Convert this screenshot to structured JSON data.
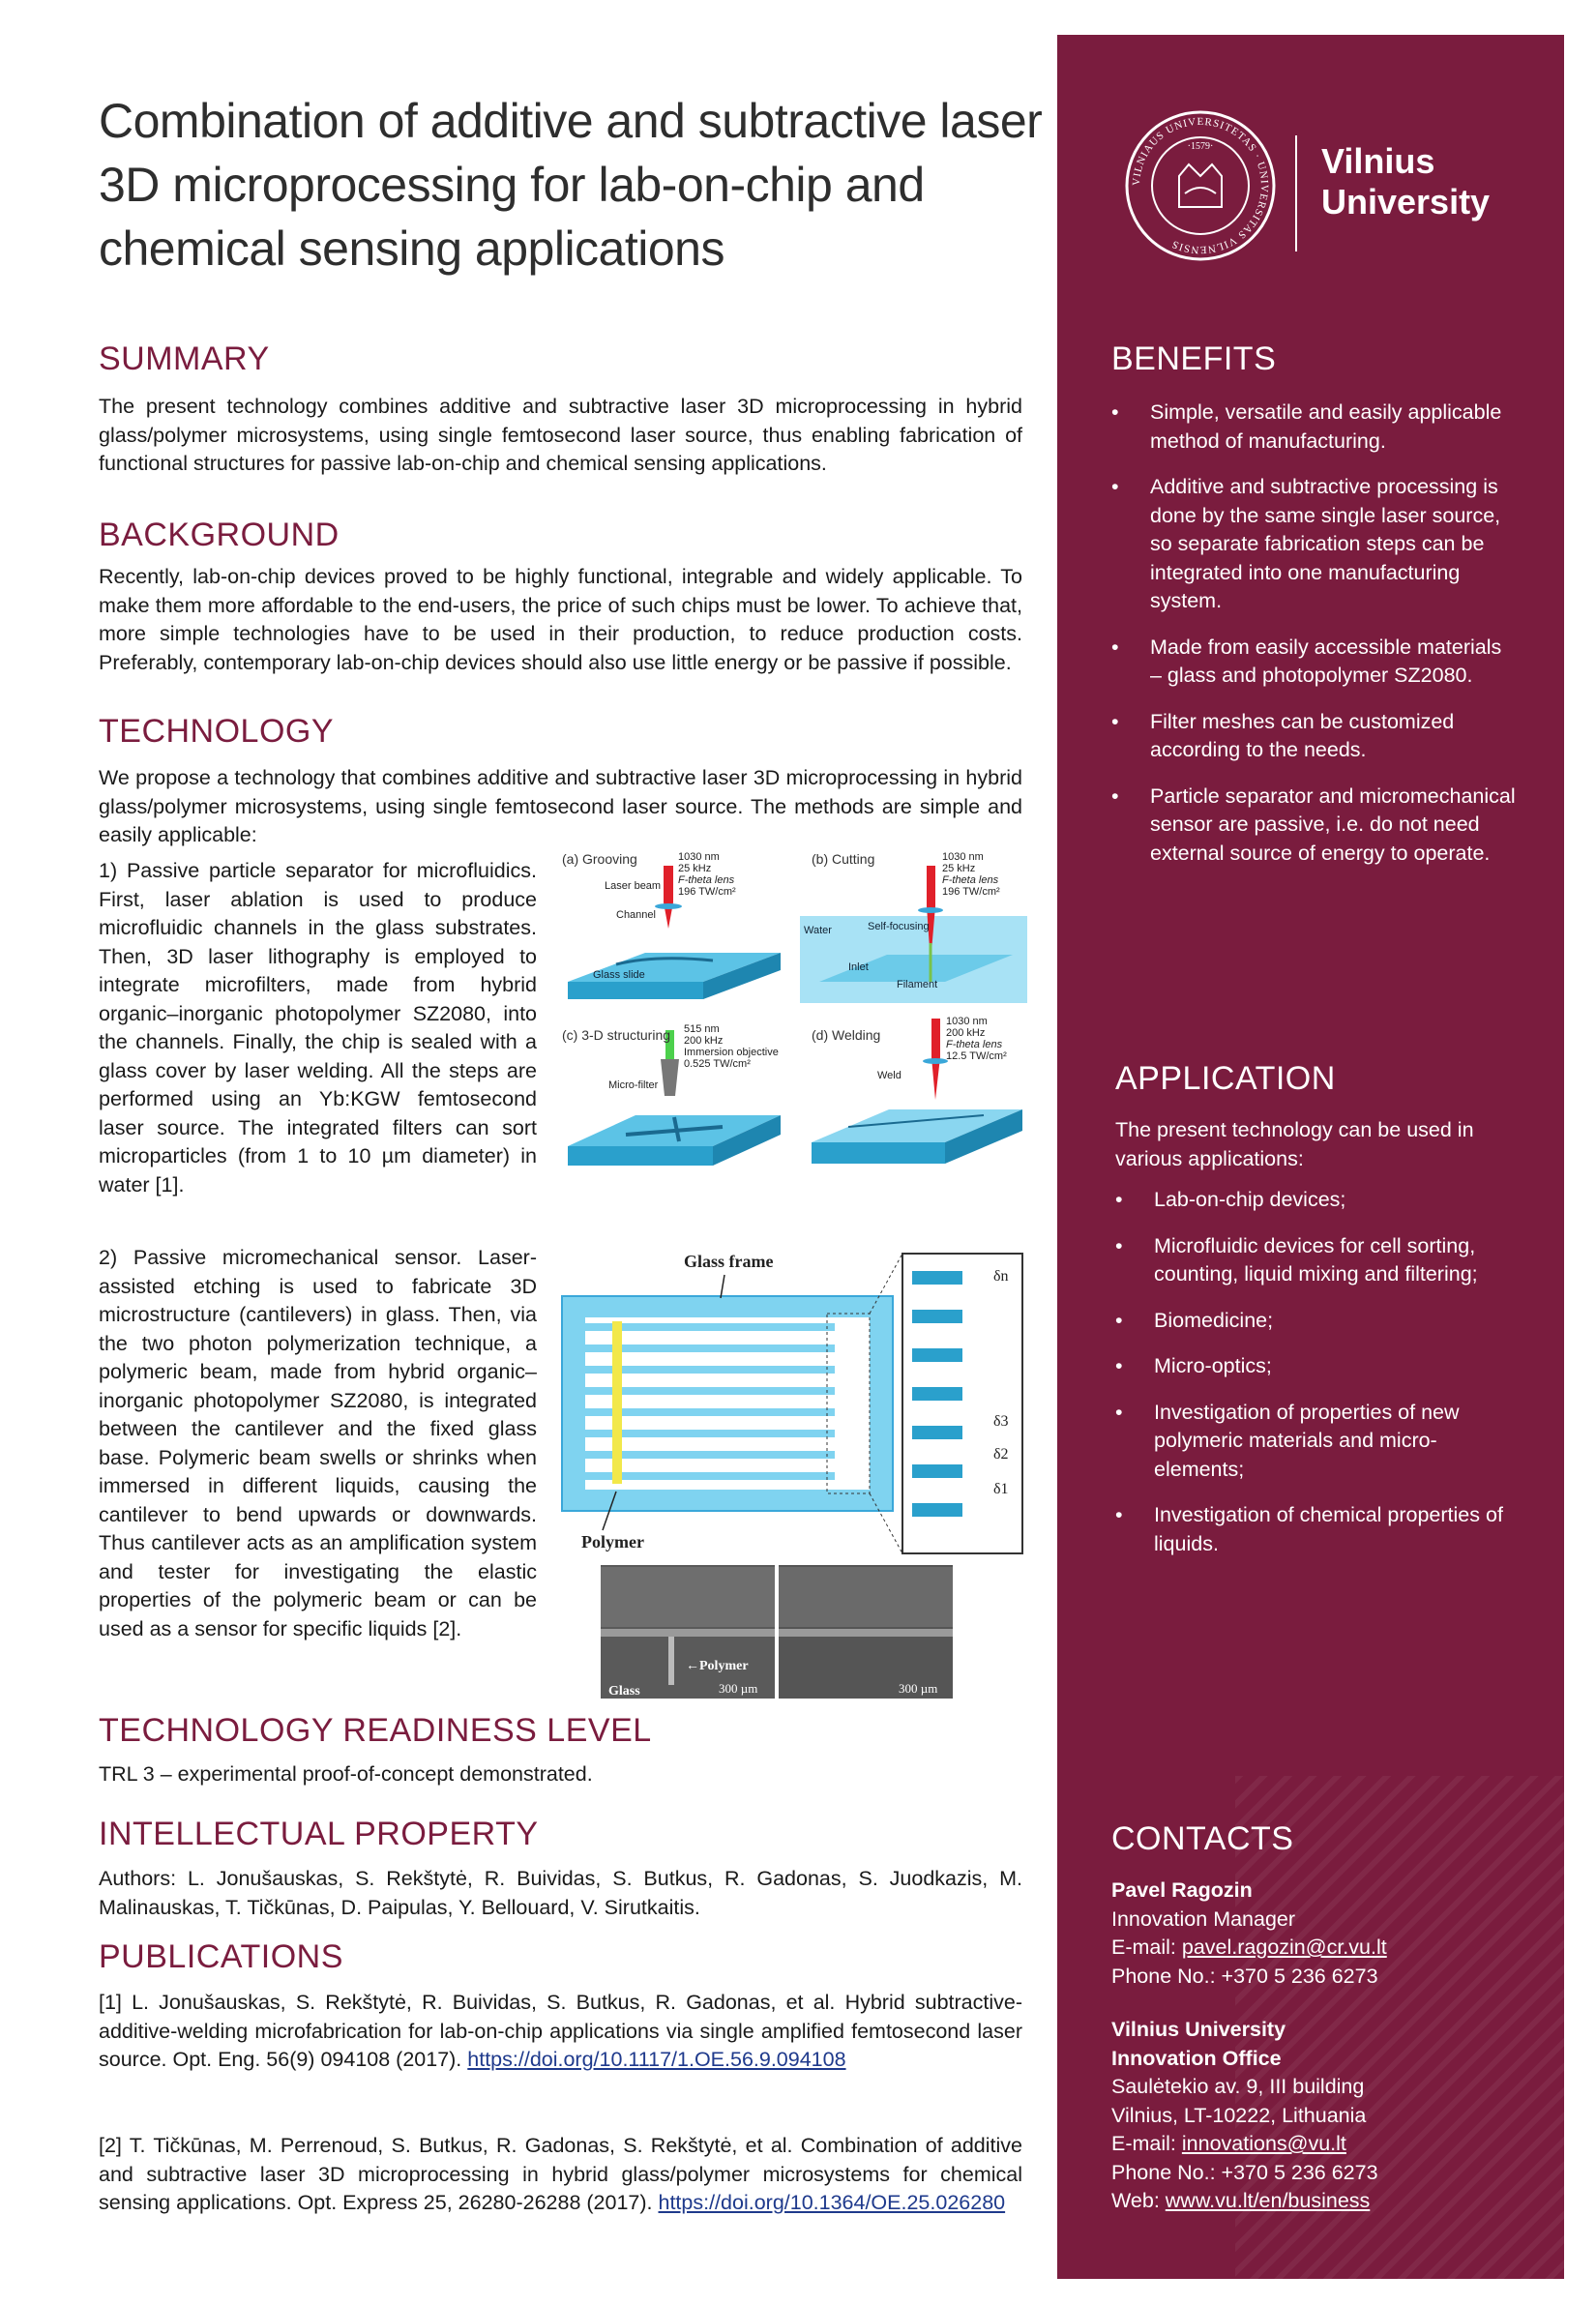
{
  "title": "Combination of additive and subtractive laser 3D microprocessing for lab-on-chip and chemical sensing applications",
  "summary": {
    "heading": "SUMMARY",
    "text": "The present technology combines additive and subtractive laser 3D microprocessing in hybrid glass/polymer microsystems, using single femtosecond laser source, thus enabling fabrication of functional structures for passive lab-on-chip and chemical sensing applications."
  },
  "background": {
    "heading": "BACKGROUND",
    "text": "Recently, lab-on-chip devices proved to be highly functional, integrable and widely applicable. To make them more affordable to the end-users, the price of such chips must be lower. To achieve that, more simple technologies have to be used in their production, to reduce production costs. Preferably, contemporary lab-on-chip devices should also use little energy or be passive if possible."
  },
  "technology": {
    "heading": "TECHNOLOGY",
    "intro": "We propose a technology that combines additive and subtractive laser 3D microprocessing in hybrid glass/polymer microsystems, using single femtosecond laser source. The methods are simple and easily applicable:",
    "item1": "1) Passive particle separator for microfluidics. First, laser ablation is used to produce microfluidic channels in the glass substrates. Then, 3D laser lithography is employed to integrate microfilters, made from hybrid organic–inorganic photopolymer SZ2080, into the channels. Finally, the chip is sealed with a glass cover by laser welding. All the steps are performed using an Yb:KGW femtosecond laser source. The integrated filters can sort microparticles (from 1 to 10 µm diameter) in water [1].",
    "item2": "2) Passive micromechanical sensor. Laser-assisted etching is used to fabricate 3D microstructure (cantilevers) in glass. Then, via the two photon polymerization technique, a polymeric beam, made from hybrid organic–inorganic photopolymer SZ2080, is integrated between the cantilever and the fixed glass base. Polymeric beam swells or shrinks when immersed in different liquids, causing the cantilever to bend upwards or downwards. Thus cantilever acts as an amplification system and tester for investigating the elastic properties of the polymeric beam or can be used as a sensor for specific liquids [2]."
  },
  "figure1": {
    "a_label": "(a) Grooving",
    "a_params": [
      "1030 nm",
      "25 kHz",
      "F-theta lens",
      "196 TW/cm²"
    ],
    "a_beam": "Laser beam",
    "a_channel": "Channel",
    "a_slide": "Glass slide",
    "b_label": "(b) Cutting",
    "b_params": [
      "1030 nm",
      "25 kHz",
      "F-theta lens",
      "196 TW/cm²"
    ],
    "b_water": "Water",
    "b_focus": "Self-focusing",
    "b_inlet": "Inlet",
    "b_filament": "Filament",
    "c_label": "(c) 3-D structuring",
    "c_params": [
      "515 nm",
      "200 kHz",
      "Immersion objective",
      "0.525 TW/cm²"
    ],
    "c_filter": "Micro-filter",
    "d_label": "(d) Welding",
    "d_params": [
      "1030 nm",
      "200 kHz",
      "F-theta lens",
      "12.5 TW/cm²"
    ],
    "d_weld": "Weld"
  },
  "figure2": {
    "glass_frame": "Glass frame",
    "polymer": "Polymer",
    "delta_n": "δn",
    "delta_3": "δ3",
    "delta_2": "δ2",
    "delta_1": "δ1",
    "sem_polymer": "←Polymer",
    "sem_glass": "Glass",
    "scale1": "300 µm",
    "scale2": "300 µm"
  },
  "trl": {
    "heading": "TECHNOLOGY READINESS LEVEL",
    "text": "TRL 3 – experimental proof-of-concept demonstrated."
  },
  "ip": {
    "heading": "INTELLECTUAL PROPERTY",
    "text": "Authors: L. Jonušauskas, S. Rekštytė, R. Buividas, S. Butkus, R. Gadonas, S. Juodkazis, M. Malinauskas, T. Tičkūnas, D. Paipulas, Y. Bellouard, V. Sirutkaitis."
  },
  "publications": {
    "heading": "PUBLICATIONS",
    "pub1": "[1] L. Jonušauskas, S. Rekštytė, R. Buividas, S. Butkus, R. Gadonas, et al. Hybrid subtractive-additive-welding microfabrication for lab-on-chip applications via single amplified femtosecond laser source. Opt. Eng. 56(9) 094108 (2017).",
    "pub1_link": "https://doi.org/10.1117/1.OE.56.9.094108",
    "pub2": "[2] T. Tičkūnas, M. Perrenoud, S. Butkus, R. Gadonas, S. Rekštytė, et al. Combination of additive and subtractive laser 3D microprocessing in hybrid glass/polymer microsystems for chemical sensing applications. Opt. Express 25, 26280-26288 (2017).",
    "pub2_link": "https://doi.org/10.1364/OE.25.026280"
  },
  "sidebar": {
    "logo_name_1": "Vilnius",
    "logo_name_2": "University",
    "seal_text": "VILNIAUS UNIVERSITETAS · UNIVERSITAS VILNENSIS",
    "seal_year": "·1579·",
    "benefits_heading": "BENEFITS",
    "benefits": [
      "Simple, versatile and easily applicable method of manufacturing.",
      "Additive and subtractive processing is done by the same single laser source, so separate fabrication steps can be integrated into one manufacturing system.",
      "Made from easily accessible materials – glass and photopolymer SZ2080.",
      "Filter meshes can be customized according to the needs.",
      "Particle separator and micromechanical sensor are passive, i.e. do not need external source of energy to operate."
    ],
    "application_heading": "APPLICATION",
    "application_intro": "The present technology can be used in various applications:",
    "applications": [
      "Lab-on-chip devices;",
      "Microfluidic devices for cell sorting, counting, liquid mixing and filtering;",
      "Biomedicine;",
      "Micro-optics;",
      "Investigation of properties of new polymeric materials and micro-elements;",
      "Investigation of chemical properties of liquids."
    ],
    "contacts_heading": "CONTACTS",
    "contact_name": "Pavel Ragozin",
    "contact_role": "Innovation Manager",
    "contact_email_label": "E-mail: ",
    "contact_email": "pavel.ragozin@cr.vu.lt",
    "contact_phone": "Phone No.: +370 5 236 6273",
    "org_1": "Vilnius University",
    "org_2": "Innovation Office",
    "address_1": "Saulėtekio av. 9, III building",
    "address_2": "Vilnius, LT-10222, Lithuania",
    "org_email_label": "E-mail: ",
    "org_email": "innovations@vu.lt",
    "org_phone": "Phone No.: +370 5 236 6273",
    "web_label": "Web: ",
    "web": "www.vu.lt/en/business"
  }
}
